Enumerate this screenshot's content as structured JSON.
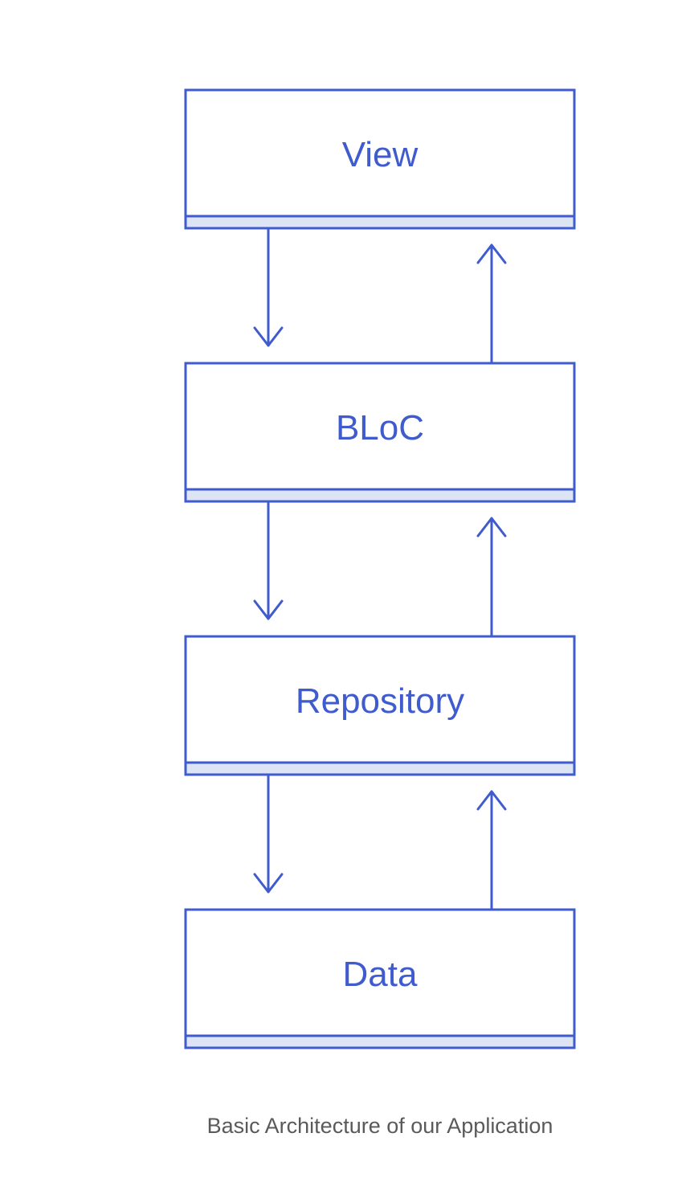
{
  "diagram": {
    "accent_color": "#3f5bcd",
    "footer_fill_color": "#dde4f4",
    "layers": [
      {
        "label": "View"
      },
      {
        "label": "BLoC"
      },
      {
        "label": "Repository"
      },
      {
        "label": "Data"
      }
    ],
    "connections": [
      {
        "from": "View",
        "to": "BLoC",
        "direction": "down"
      },
      {
        "from": "BLoC",
        "to": "View",
        "direction": "up"
      },
      {
        "from": "BLoC",
        "to": "Repository",
        "direction": "down"
      },
      {
        "from": "Repository",
        "to": "BLoC",
        "direction": "up"
      },
      {
        "from": "Repository",
        "to": "Data",
        "direction": "down"
      },
      {
        "from": "Data",
        "to": "Repository",
        "direction": "up"
      }
    ]
  },
  "caption": "Basic Architecture of our Application"
}
